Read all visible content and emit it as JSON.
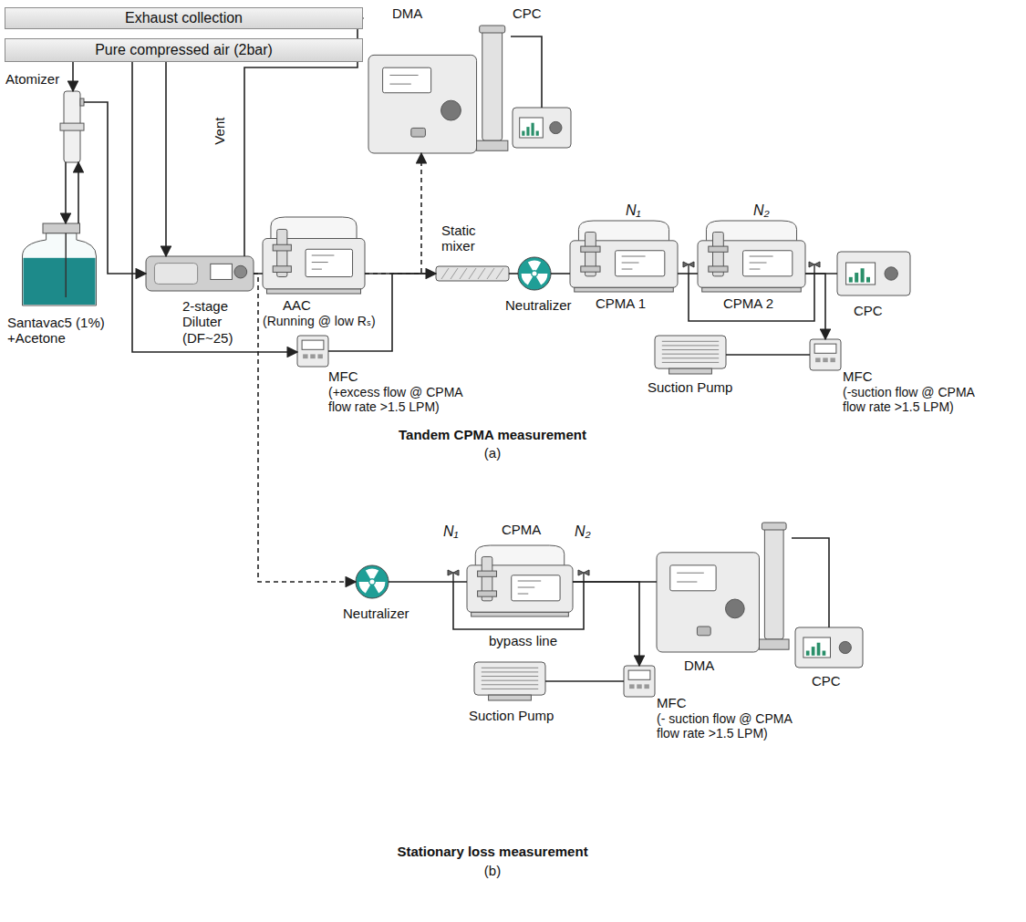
{
  "diagram": {
    "nodes": [
      {
        "text": [
          "Exhaust collection"
        ]
      },
      {
        "text": [
          "Pure compressed air (2bar)"
        ]
      },
      {
        "text": [
          "Atomizer"
        ]
      },
      {
        "text": [
          "Santavac5 (1%) +Acetone"
        ]
      },
      {
        "text": [
          "2-stage Diluter (DF~25)"
        ]
      },
      {
        "text": [
          "AAC",
          "(Running @ low Rₛ)"
        ]
      },
      {
        "text": [
          "MFC",
          "(+excess flow @ CPMA flow rate >1.5 LPM)"
        ]
      },
      {
        "text": [
          "DMA"
        ]
      },
      {
        "text": [
          "CPC"
        ]
      },
      {
        "text": [
          "Static mixer"
        ]
      },
      {
        "text": [
          "Neutralizer"
        ]
      },
      {
        "text": [
          "CPMA 1"
        ]
      },
      {
        "text": [
          "CPMA 2"
        ]
      },
      {
        "text": [
          "CPC"
        ]
      },
      {
        "text": [
          "Suction Pump"
        ]
      },
      {
        "text": [
          "MFC",
          "(-suction flow @ CPMA flow rate >1.5 LPM)"
        ]
      },
      {
        "text": [
          "Neutralizer"
        ]
      },
      {
        "text": [
          "CPMA"
        ]
      },
      {
        "text": [
          "DMA"
        ]
      },
      {
        "text": [
          "CPC"
        ]
      },
      {
        "text": [
          "Suction Pump"
        ]
      },
      {
        "text": [
          "MFC",
          "(- suction flow @ CPMA flow rate >1.5 LPM)"
        ]
      }
    ],
    "edges": [
      {
        "from": 1,
        "to": 2,
        "arrow": "to"
      },
      {
        "from": 2,
        "to": 3,
        "arrow": "to"
      },
      {
        "from": 3,
        "to": 2,
        "arrow": "to"
      },
      {
        "from": 2,
        "to": 4,
        "arrow": "to"
      },
      {
        "from": 1,
        "to": 4,
        "arrow": "to"
      },
      {
        "from": 1,
        "to": 6,
        "arrow": "to"
      },
      {
        "from": 4,
        "to": 0,
        "arrow": "to"
      },
      {
        "from": 4,
        "to": 5,
        "arrow": "none"
      },
      {
        "from": 5,
        "to": 9,
        "arrow": "none"
      },
      {
        "from": 6,
        "to": 9,
        "arrow": "to"
      },
      {
        "from": 5,
        "to": 7,
        "arrow": "to"
      },
      {
        "from": 4,
        "to": 16,
        "arrow": "to"
      },
      {
        "from": 9,
        "to": 10,
        "arrow": "none"
      },
      {
        "from": 10,
        "to": 11,
        "arrow": "none"
      },
      {
        "from": 11,
        "to": 12,
        "arrow": "none"
      },
      {
        "from": 12,
        "to": 13,
        "arrow": "none"
      },
      {
        "from": 12,
        "to": 15,
        "arrow": "to"
      },
      {
        "from": 15,
        "to": 14,
        "arrow": "none"
      },
      {
        "from": 16,
        "to": 17,
        "arrow": "none"
      },
      {
        "from": 17,
        "to": 18,
        "arrow": "none"
      },
      {
        "from": 17,
        "to": 21,
        "arrow": "to"
      },
      {
        "from": 21,
        "to": 20,
        "arrow": "none"
      },
      {
        "from": 7,
        "to": 8,
        "arrow": "none"
      },
      {
        "from": 18,
        "to": 19,
        "arrow": "none"
      }
    ],
    "labels": [
      "Vent",
      "N₁",
      "N₂",
      "Tandem CPMA measurement",
      "(a)",
      "N₁",
      "N₂",
      "bypass line",
      "Stationary loss measurement",
      "(b)"
    ]
  }
}
